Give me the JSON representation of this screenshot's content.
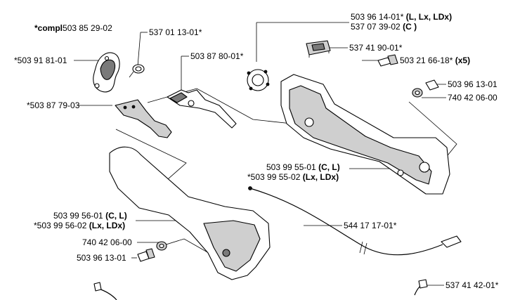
{
  "labels": {
    "kit": "503 85 29-02",
    "kit_prefix": "*compl",
    "spring": "537 01 13-01*",
    "clamp": "*503 91 81-01",
    "lever": "503 87 80-01*",
    "trigger": "*503 87 79-03",
    "housing_a_num": "503 96 14-01*",
    "housing_a_var": "(L, Lx, LDx)",
    "housing_b_num": "537 07 39-02",
    "housing_b_var": "(C )",
    "switch": "537 41 90-01*",
    "screw_num": "503 21 66-18*",
    "screw_qty": "(x5)",
    "screw2": "503 96 13-01",
    "washer": "740 42 06-00",
    "handle_a_num": "503 99 55-01",
    "handle_a_var": "(C, L)",
    "handle_b_num": "*503 99 55-02",
    "handle_b_var": "(Lx, LDx)",
    "grip_a_num": "503 99 56-01",
    "grip_a_var": "(C, L)",
    "grip_b_num": "*503 99 56-02",
    "grip_b_var": "(Lx, LDx)",
    "washer_left": "740 42 06-00",
    "screw_left": "503 96 13-01",
    "cable": "544 17 17-01*",
    "clip": "537 41 42-01*"
  }
}
